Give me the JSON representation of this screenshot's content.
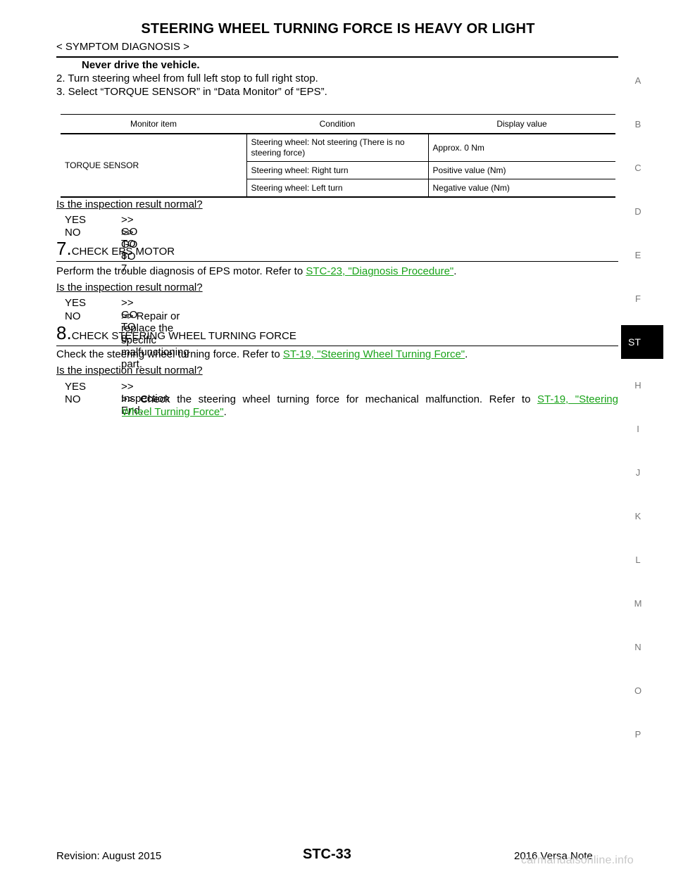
{
  "header": {
    "title": "STEERING WHEEL TURNING FORCE IS HEAVY OR LIGHT",
    "section": "< SYMPTOM DIAGNOSIS >"
  },
  "intro": {
    "caution": "Never drive the vehicle.",
    "step2": "2. Turn steering wheel from full left stop to full right stop.",
    "step3": "3. Select “TORQUE SENSOR” in “Data Monitor” of “EPS”."
  },
  "monitor_table": {
    "headers": [
      "Monitor item",
      "Condition",
      "Display value"
    ],
    "item": "TORQUE SENSOR",
    "rows": [
      {
        "condition": "Steering wheel: Not steering (There is no steering force)",
        "value": "Approx. 0 Nm"
      },
      {
        "condition": "Steering wheel: Right turn",
        "value": "Positive value (Nm)"
      },
      {
        "condition": "Steering wheel: Left turn",
        "value": "Negative value (Nm)"
      }
    ]
  },
  "question": "Is the inspection result normal?",
  "step6_answers": {
    "yes_key": "YES",
    "yes_val": ">> GO TO 8.",
    "no_key": "NO",
    "no_val": ">> GO TO 7."
  },
  "step7": {
    "num": "7.",
    "title": "CHECK EPS MOTOR",
    "text_pre": "Perform the trouble diagnosis of EPS motor. Refer to ",
    "link": "STC-23, \"Diagnosis Procedure\"",
    "text_post": ".",
    "yes_key": "YES",
    "yes_val": ">> GO TO 8.",
    "no_key": "NO",
    "no_val": ">> Repair or replace the specific malfunctioning part."
  },
  "step8": {
    "num": "8.",
    "title": "CHECK STEERING WHEEL TURNING FORCE",
    "text_pre": "Check the steering wheel turning force. Refer to ",
    "link": "ST-19, \"Steering Wheel Turning Force\"",
    "text_post": ".",
    "yes_key": "YES",
    "yes_val": ">> Inspection End.",
    "no_key": "NO",
    "no_val_pre": ">> Check the steering wheel turning force for mechanical malfunction. Refer to ",
    "no_link_1": "ST-19, \"Steering",
    "no_link_2": "Wheel Turning Force\"",
    "no_val_post": "."
  },
  "side_nav": [
    "A",
    "B",
    "C",
    "D",
    "E",
    "F",
    "ST",
    "H",
    "I",
    "J",
    "K",
    "L",
    "M",
    "N",
    "O",
    "P"
  ],
  "footer": {
    "revision": "Revision: August 2015",
    "page": "STC-33",
    "model": "2016 Versa Note",
    "watermark": "carmanualsonline.info"
  },
  "colors": {
    "link": "#1aa31a",
    "nav_text": "#777777",
    "active_tab_bg": "#000000"
  }
}
